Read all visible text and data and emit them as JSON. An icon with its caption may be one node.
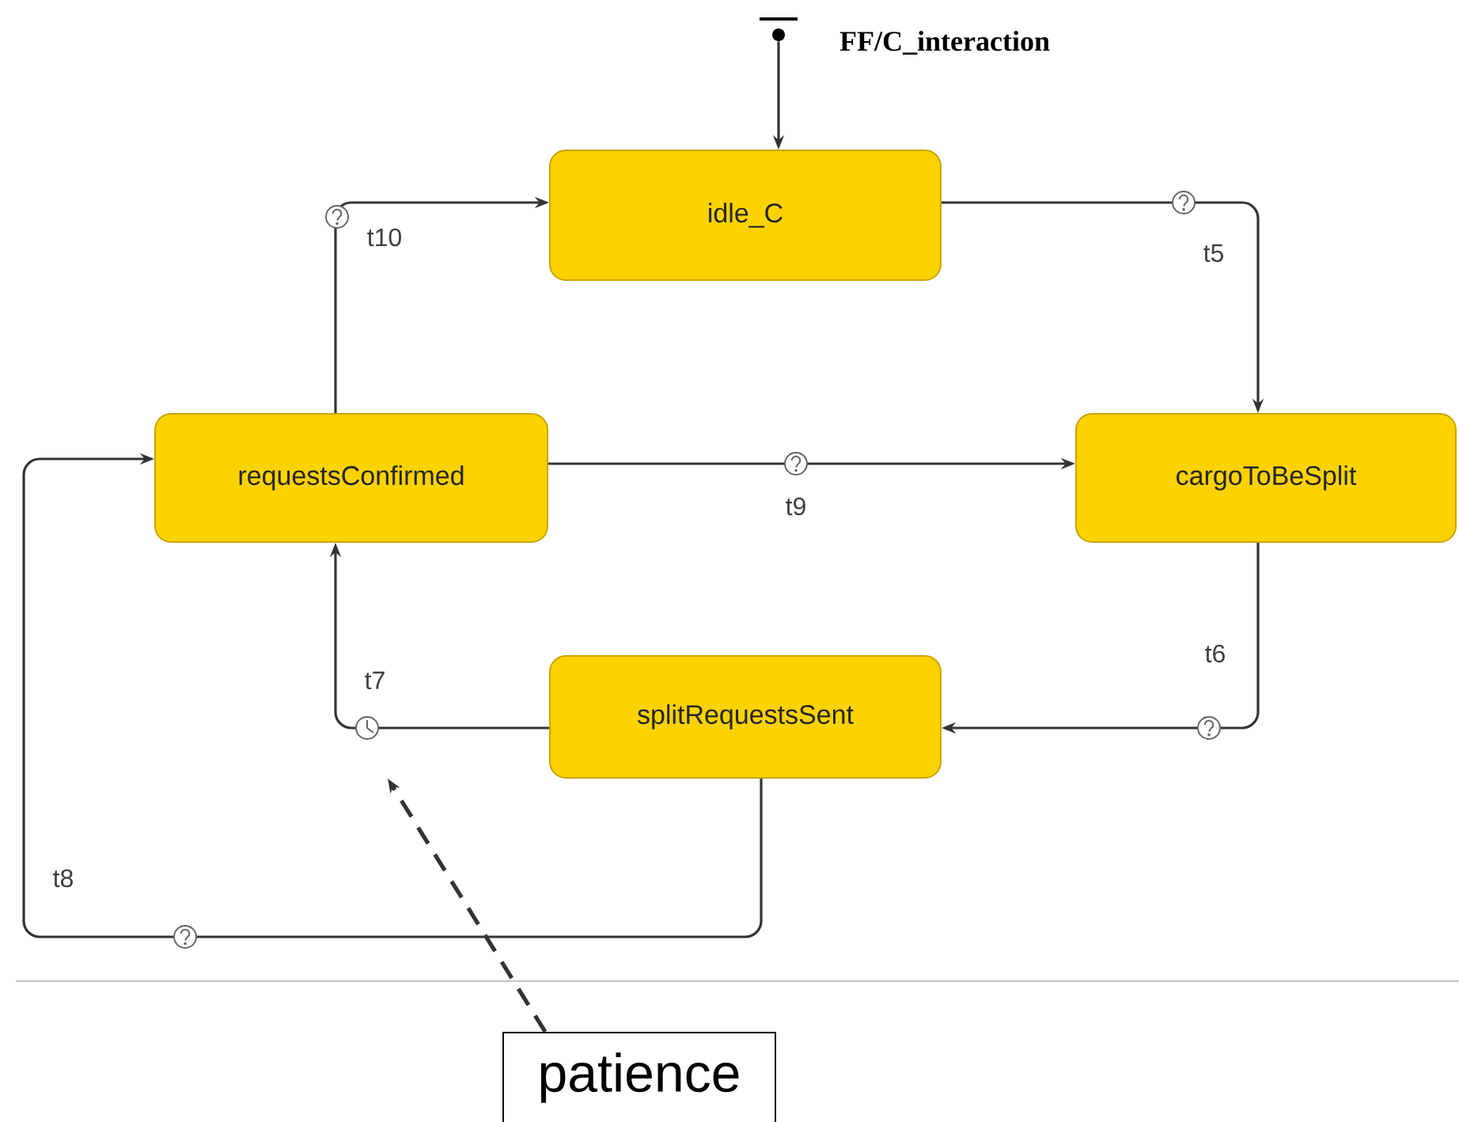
{
  "diagram": {
    "nodes": [
      {
        "text": [
          "idle_C"
        ]
      },
      {
        "text": [
          "requestsConfirmed"
        ]
      },
      {
        "text": [
          "cargoToBeSplit"
        ]
      },
      {
        "text": [
          "splitRequestsSent"
        ]
      },
      {
        "text": [],
        "shape": "circle",
        "beside": [
          "FF/C_interaction"
        ]
      },
      {
        "text": [
          "patience"
        ]
      }
    ],
    "edges": [
      {
        "from": 0,
        "to": 2,
        "arrow": "to",
        "label": "t5"
      },
      {
        "from": 2,
        "to": 3,
        "arrow": "to",
        "label": "t6"
      },
      {
        "from": 3,
        "to": 1,
        "arrow": "to",
        "label": "t7"
      },
      {
        "from": 3,
        "to": 1,
        "arrow": "to",
        "label": "t8"
      },
      {
        "from": 1,
        "to": 2,
        "arrow": "to",
        "label": "t9"
      },
      {
        "from": 1,
        "to": 0,
        "arrow": "to",
        "label": "t10"
      },
      {
        "from": 4,
        "to": 0,
        "arrow": "to"
      },
      {
        "from": 5,
        "to": null,
        "arrow": "to",
        "style": "dashed"
      }
    ]
  }
}
